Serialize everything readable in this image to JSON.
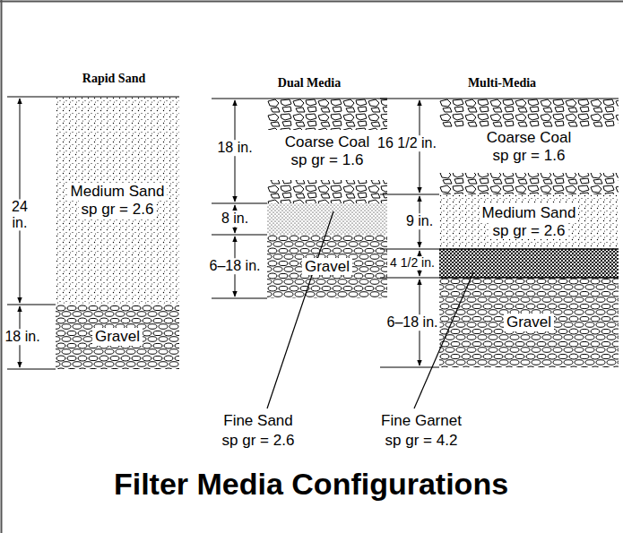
{
  "diagram": {
    "title": "Filter Media Configurations",
    "nodes": [
      {
        "text": [
          "Medium Sand",
          "sp gr = 2.6"
        ]
      },
      {
        "text": [
          "Gravel"
        ]
      },
      {
        "text": [
          "Coarse Coal",
          "sp gr = 1.6"
        ]
      },
      {
        "text": [
          "Gravel"
        ]
      },
      {
        "text": [
          "Coarse Coal",
          "sp gr = 1.6"
        ]
      },
      {
        "text": [
          "Medium Sand",
          "sp gr = 2.6"
        ]
      },
      {
        "text": [
          "Gravel"
        ]
      }
    ],
    "labels": [
      "Rapid Sand",
      "Dual Media",
      "Multi-Media",
      "24 in.",
      "18 in.",
      "18 in.",
      "8 in.",
      "6–18 in.",
      "Fine Sand",
      "sp gr = 2.6",
      "16 1/2 in.",
      "9 in.",
      "4 1/2 in.",
      "6–18 in.",
      "Fine Garnet",
      "sp gr = 4.2"
    ]
  }
}
